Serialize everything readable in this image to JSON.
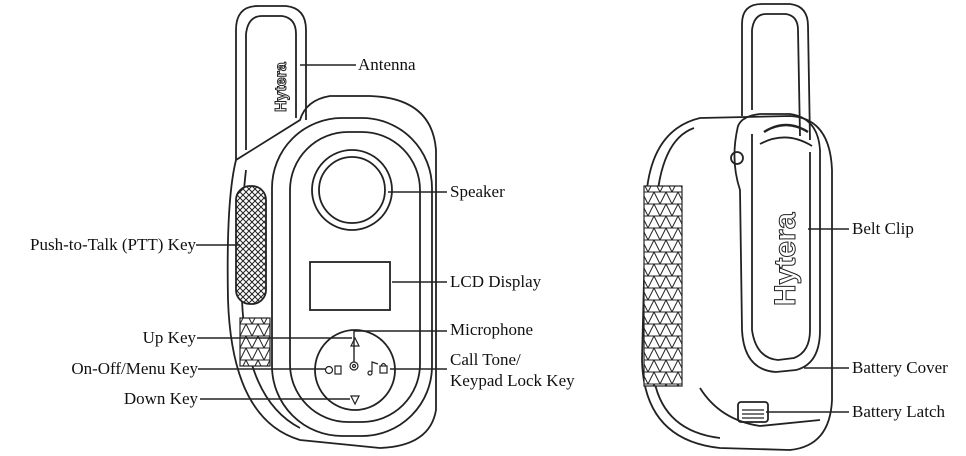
{
  "brand": "Hytera",
  "labels": {
    "antenna": "Antenna",
    "speaker": "Speaker",
    "ptt_key": "Push-to-Talk (PTT) Key",
    "lcd_display": "LCD Display",
    "up_key": "Up Key",
    "microphone": "Microphone",
    "on_off_menu_key": "On-Off/Menu Key",
    "call_tone_line1": "Call Tone/",
    "call_tone_line2": "Keypad Lock Key",
    "down_key": "Down Key",
    "belt_clip": "Belt Clip",
    "battery_cover": "Battery Cover",
    "battery_latch": "Battery Latch"
  },
  "colors": {
    "line": "#222222",
    "background": "#ffffff"
  }
}
